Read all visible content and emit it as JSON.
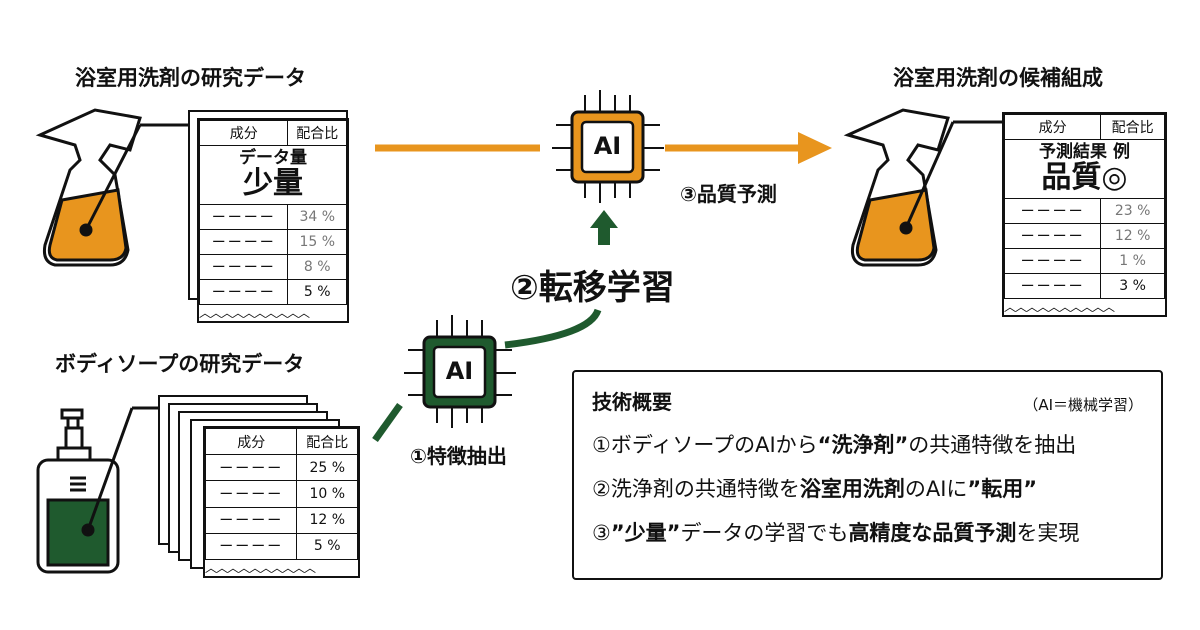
{
  "top_left": {
    "title": "浴室用洗剤の研究データ",
    "table": {
      "headers": [
        "成分",
        "配合比"
      ],
      "rows": [
        [
          "ーーーー",
          "34 %"
        ],
        [
          "ーーーー",
          "15 %"
        ],
        [
          "ーーーー",
          "8 %"
        ],
        [
          "ーーーー",
          "5 %"
        ]
      ]
    },
    "overlay_label": "データ量",
    "overlay_value": "少量"
  },
  "top_right": {
    "title": "浴室用洗剤の候補組成",
    "table": {
      "headers": [
        "成分",
        "配合比"
      ],
      "rows": [
        [
          "ーーーー",
          "23 %"
        ],
        [
          "ーーーー",
          "12 %"
        ],
        [
          "ーーーー",
          "1 %"
        ],
        [
          "ーーーー",
          "3 %"
        ]
      ]
    },
    "overlay_label": "予測結果 例",
    "overlay_value": "品質◎"
  },
  "bottom_left": {
    "title": "ボディソープの研究データ",
    "table": {
      "headers": [
        "成分",
        "配合比"
      ],
      "rows": [
        [
          "ーーーー",
          "25 %"
        ],
        [
          "ーーーー",
          "10 %"
        ],
        [
          "ーーーー",
          "12 %"
        ],
        [
          "ーーーー",
          "5 %"
        ]
      ]
    }
  },
  "ai_chip_label": "AI",
  "steps": {
    "extract": "①特徴抽出",
    "transfer": "②転移学習",
    "predict": "③品質予測"
  },
  "summary": {
    "title": "技術概要",
    "note": "（AI＝機械学習）",
    "lines": [
      [
        "①ボディソープのAIから",
        {
          "b": "“洗浄剤”"
        },
        "の共通特徴を抽出"
      ],
      [
        "②洗浄剤の共通特徴を",
        {
          "b": "浴室用洗剤"
        },
        "のAIに",
        {
          "b": "”転用”"
        }
      ],
      [
        "③",
        {
          "b": "”少量”"
        },
        "データの学習でも",
        {
          "b": "高精度な品質予測"
        },
        "を実現"
      ]
    ]
  },
  "colors": {
    "orange": "#E8951E",
    "green": "#1F5A2E"
  }
}
